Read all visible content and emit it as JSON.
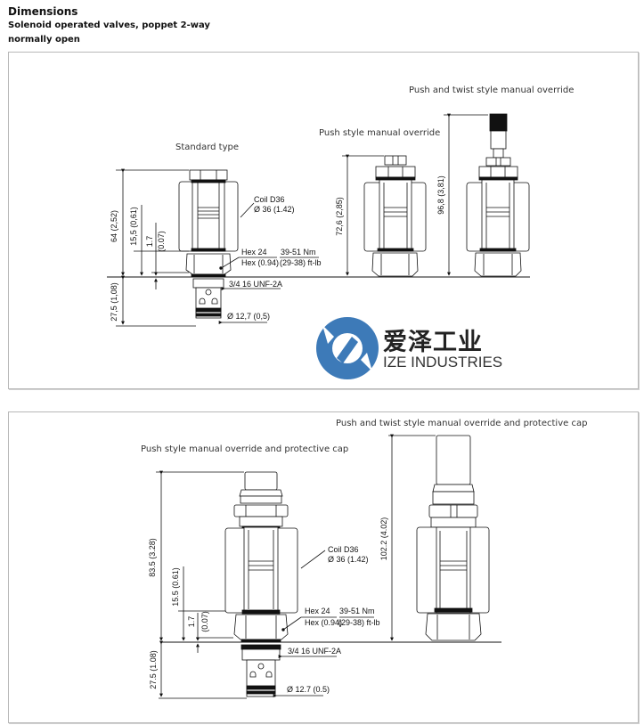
{
  "header": {
    "title": "Dimensions",
    "subtitle_line1": "Solenoid operated valves, poppet 2-way",
    "subtitle_line2": "normally open"
  },
  "panel1": {
    "captions": {
      "standard": "Standard type",
      "push": "Push style manual override",
      "push_twist": "Push and twist style manual override"
    },
    "dims": {
      "overall_std": "64 (2,52)",
      "d155": "15,5 (0,61)",
      "d17": "1.7",
      "d007": "(0.07)",
      "below": "27,5 (1,08)",
      "push_h": "72,6 (2,85)",
      "twist_h": "96,8 (3,81)"
    },
    "callouts": {
      "coil1": "Coil D36",
      "coil2": "Ø 36 (1.42)",
      "hex1": "Hex 24",
      "hex2": "Hex (0.94)",
      "torque1": "39-51 Nm",
      "torque2": "(29-38) ft-lb",
      "thread": "3/4 16 UNF-2A",
      "dia": "Ø 12,7 (0,5)"
    }
  },
  "panel2": {
    "captions": {
      "push_cap": "Push style manual override and protective cap",
      "twist_cap": "Push and twist style manual override and protective cap"
    },
    "dims": {
      "overall": "83.5 (3.28)",
      "d155": "15.5 (0.61)",
      "d17": "1.7",
      "d007": "(0.07)",
      "below": "27.5 (1.08)",
      "twist_h": "102.2 (4.02)"
    },
    "callouts": {
      "coil1": "Coil D36",
      "coil2": "Ø 36 (1.42)",
      "hex1": "Hex 24",
      "hex2": "Hex (0.94)",
      "torque1": "39-51 Nm",
      "torque2": "(29-38) ft-lb",
      "thread": "3/4 16 UNF-2A",
      "dia": "Ø 12.7 (0.5)"
    }
  },
  "watermark": {
    "cn": "爱泽工业",
    "en": "IZE INDUSTRIES",
    "color": "#3d7ab8"
  }
}
